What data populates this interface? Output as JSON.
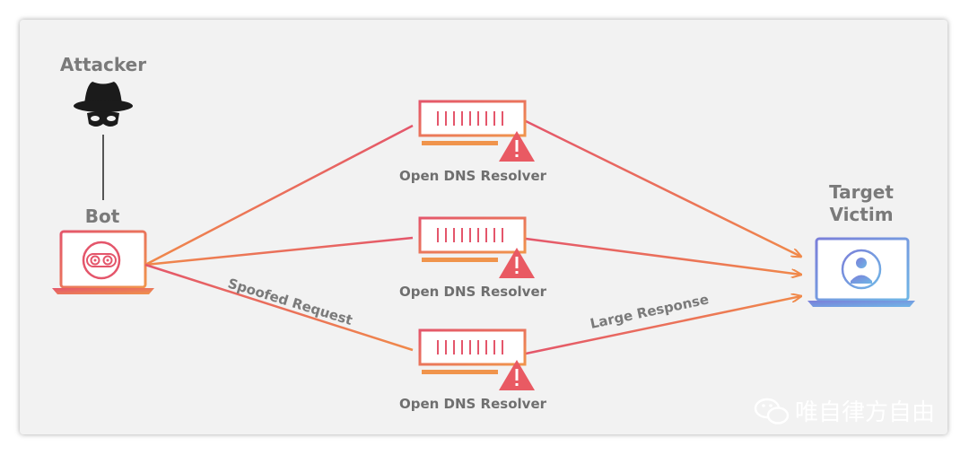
{
  "nodes": {
    "attacker": {
      "label": "Attacker"
    },
    "bot": {
      "label": "Bot"
    },
    "target": {
      "label_line1": "Target",
      "label_line2": "Victim"
    },
    "resolvers": [
      {
        "label": "Open DNS Resolver"
      },
      {
        "label": "Open DNS Resolver"
      },
      {
        "label": "Open DNS Resolver"
      }
    ]
  },
  "edges": {
    "request_label": "Spoofed Request",
    "response_label": "Large Response"
  },
  "watermark": {
    "text": "唯自律方自由"
  },
  "colors": {
    "background": "#f2f2f2",
    "gradient_start": "#f08a4b",
    "gradient_end": "#e4566b",
    "target_start": "#7b7fd9",
    "target_end": "#6fb2e6",
    "label_gray": "#7a7a7a"
  },
  "icons": {
    "attacker": "hat-spy-icon",
    "bot": "robot-laptop-icon",
    "resolver": "server-warning-icon",
    "target": "user-laptop-icon"
  }
}
